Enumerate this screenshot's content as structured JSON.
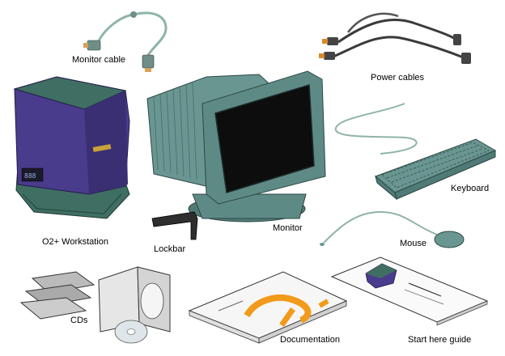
{
  "labels": {
    "monitor_cable": "Monitor cable",
    "power_cables": "Power cables",
    "workstation": "O2+ Workstation",
    "monitor": "Monitor",
    "keyboard": "Keyboard",
    "lockbar": "Lockbar",
    "mouse": "Mouse",
    "cds": "CDs",
    "documentation": "Documentation",
    "start_here": "Start here guide"
  },
  "colors": {
    "workstation_purple": "#4a3c8c",
    "workstation_base": "#3f6e62",
    "monitor_teal": "#5e8a86",
    "screen": "#0d0d0d",
    "cable": "#8fb3aa",
    "doc_orange": "#f29a1a"
  }
}
